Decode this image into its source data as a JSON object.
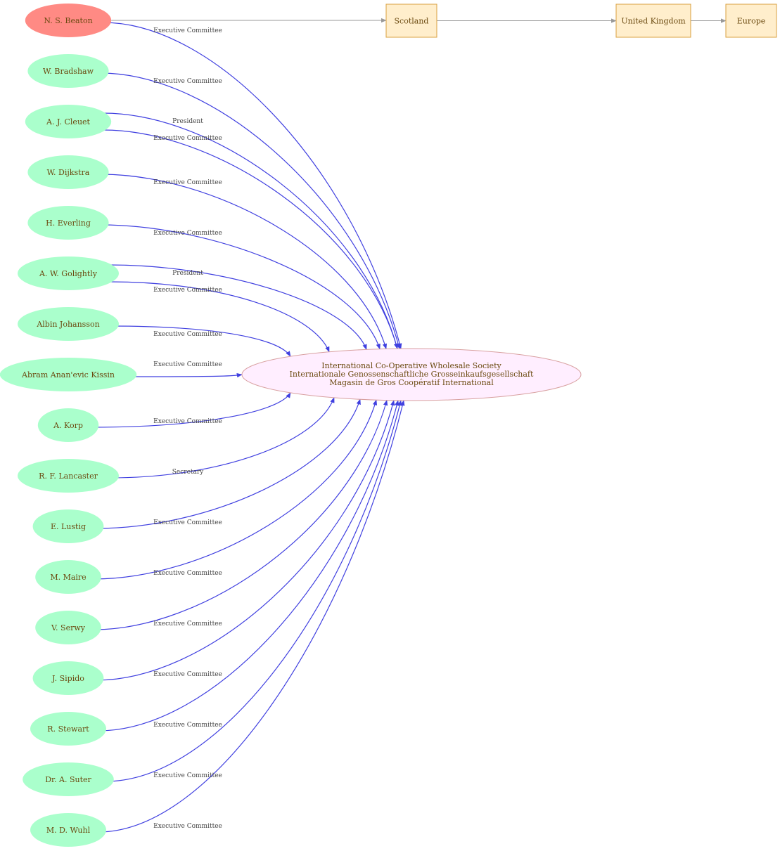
{
  "colors": {
    "person_fill": "#aaffcc",
    "highlight_fill": "#ff8a84",
    "org_fill": "#ffeeff",
    "org_stroke": "#d8a0a0",
    "place_fill": "#ffeecc",
    "place_stroke": "#d8a040",
    "member_edge": "#4040e0",
    "place_edge": "#999999",
    "text": "#6b4a10"
  },
  "organization": {
    "lines": [
      "International Co-Operative Wholesale Society",
      "Internationale Genossenschaftliche Grosseinkaufsgesellschaft",
      "Magasin de Gros Coopératif International"
    ]
  },
  "people": [
    {
      "name": "N. S. Beaton",
      "highlight": true,
      "roles": [
        "Executive Committee"
      ]
    },
    {
      "name": "W. Bradshaw",
      "roles": [
        "Executive Committee"
      ]
    },
    {
      "name": "A. J. Cleuet",
      "roles": [
        "President",
        "Executive Committee"
      ]
    },
    {
      "name": "W. Dijkstra",
      "roles": [
        "Executive Committee"
      ]
    },
    {
      "name": "H. Everling",
      "roles": [
        "Executive Committee"
      ]
    },
    {
      "name": "A. W. Golightly",
      "roles": [
        "President",
        "Executive Committee"
      ]
    },
    {
      "name": "Albin Johansson",
      "roles": [
        "Executive Committee"
      ]
    },
    {
      "name": "Abram Anan'evic Kissin",
      "roles": [
        "Executive Committee"
      ]
    },
    {
      "name": "A. Korp",
      "roles": [
        "Executive Committee"
      ]
    },
    {
      "name": "R. F. Lancaster",
      "roles": [
        "Secretary"
      ]
    },
    {
      "name": "E. Lustig",
      "roles": [
        "Executive Committee"
      ]
    },
    {
      "name": "M. Maire",
      "roles": [
        "Executive Committee"
      ]
    },
    {
      "name": "V. Serwy",
      "roles": [
        "Executive Committee"
      ]
    },
    {
      "name": "J. Sipido",
      "roles": [
        "Executive Committee"
      ]
    },
    {
      "name": "R. Stewart",
      "roles": [
        "Executive Committee"
      ]
    },
    {
      "name": "Dr. A.  Suter",
      "roles": [
        "Executive Committee"
      ]
    },
    {
      "name": "M. D. Wuhl",
      "roles": [
        "Executive Committee"
      ]
    }
  ],
  "places": [
    "Scotland",
    "United Kingdom",
    "Europe"
  ]
}
